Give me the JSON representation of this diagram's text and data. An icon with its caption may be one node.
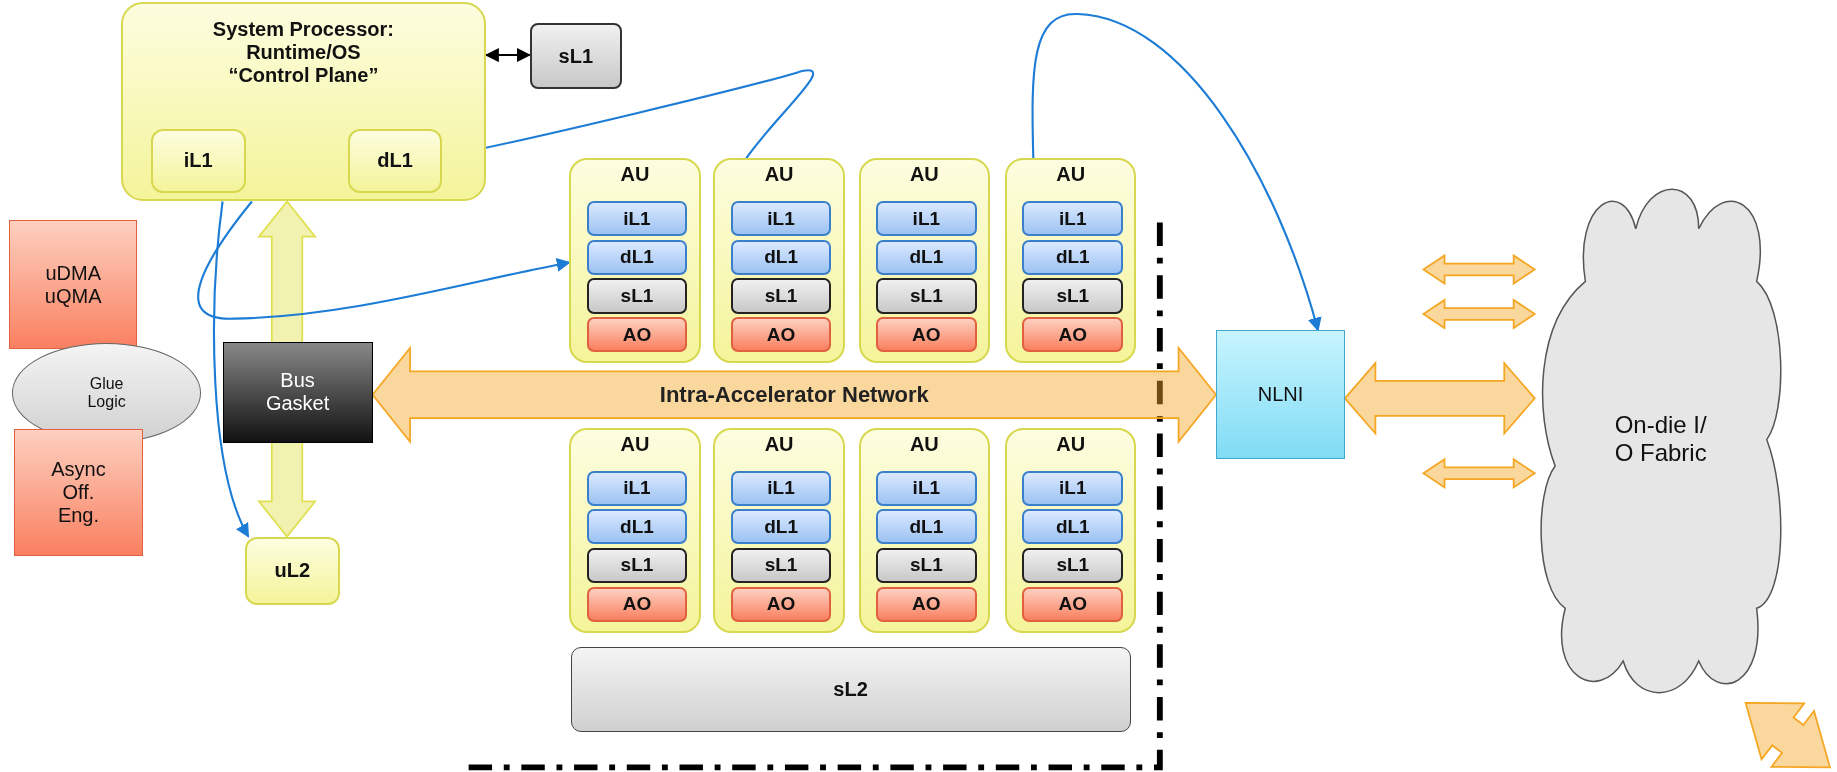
{
  "diagram": {
    "nodes": [
      {
        "text": [
          "System Processor: Runtime/OS “Control Plane”"
        ]
      },
      {
        "text": [
          "iL1"
        ],
        "in": 0
      },
      {
        "text": [
          "dL1"
        ],
        "in": 0
      },
      {
        "text": [
          "sL1"
        ]
      },
      {
        "text": [
          "uDMA uQMA"
        ]
      },
      {
        "text": [
          "Glue Logic"
        ]
      },
      {
        "text": [
          "Async Off. Eng."
        ]
      },
      {
        "text": [
          "Bus Gasket"
        ]
      },
      {
        "text": [
          "uL2"
        ]
      },
      {
        "text": [
          "AU"
        ]
      },
      {
        "text": [
          "iL1"
        ],
        "in": 9
      },
      {
        "text": [
          "dL1"
        ],
        "in": 9
      },
      {
        "text": [
          "sL1"
        ],
        "in": 9
      },
      {
        "text": [
          "AO"
        ],
        "in": 9
      },
      {
        "text": [
          "AU"
        ]
      },
      {
        "text": [
          "iL1"
        ],
        "in": 14
      },
      {
        "text": [
          "dL1"
        ],
        "in": 14
      },
      {
        "text": [
          "sL1"
        ],
        "in": 14
      },
      {
        "text": [
          "AO"
        ],
        "in": 14
      },
      {
        "text": [
          "AU"
        ]
      },
      {
        "text": [
          "iL1"
        ],
        "in": 19
      },
      {
        "text": [
          "dL1"
        ],
        "in": 19
      },
      {
        "text": [
          "sL1"
        ],
        "in": 19
      },
      {
        "text": [
          "AO"
        ],
        "in": 19
      },
      {
        "text": [
          "AU"
        ]
      },
      {
        "text": [
          "iL1"
        ],
        "in": 24
      },
      {
        "text": [
          "dL1"
        ],
        "in": 24
      },
      {
        "text": [
          "sL1"
        ],
        "in": 24
      },
      {
        "text": [
          "AO"
        ],
        "in": 24
      },
      {
        "text": [
          "AU"
        ]
      },
      {
        "text": [
          "iL1"
        ],
        "in": 29
      },
      {
        "text": [
          "dL1"
        ],
        "in": 29
      },
      {
        "text": [
          "sL1"
        ],
        "in": 29
      },
      {
        "text": [
          "AO"
        ],
        "in": 29
      },
      {
        "text": [
          "AU"
        ]
      },
      {
        "text": [
          "iL1"
        ],
        "in": 34
      },
      {
        "text": [
          "dL1"
        ],
        "in": 34
      },
      {
        "text": [
          "sL1"
        ],
        "in": 34
      },
      {
        "text": [
          "AO"
        ],
        "in": 34
      },
      {
        "text": [
          "AU"
        ]
      },
      {
        "text": [
          "iL1"
        ],
        "in": 39
      },
      {
        "text": [
          "dL1"
        ],
        "in": 39
      },
      {
        "text": [
          "sL1"
        ],
        "in": 39
      },
      {
        "text": [
          "AO"
        ],
        "in": 39
      },
      {
        "text": [
          "AU"
        ]
      },
      {
        "text": [
          "iL1"
        ],
        "in": 44
      },
      {
        "text": [
          "dL1"
        ],
        "in": 44
      },
      {
        "text": [
          "sL1"
        ],
        "in": 44
      },
      {
        "text": [
          "AO"
        ],
        "in": 44
      },
      {
        "text": [
          "sL2"
        ]
      },
      {
        "text": [
          "NLNI"
        ]
      },
      {
        "text": [
          "On-die I/ O Fabric"
        ]
      }
    ],
    "edges": [
      {
        "from": 0,
        "to": 3,
        "arrow": "both",
        "color": "#000000"
      },
      {
        "from": 0,
        "to": 8,
        "arrow": "both",
        "style": "thick",
        "color": "#e0e050"
      },
      {
        "from": 7,
        "to": 50,
        "arrow": "both",
        "style": "thick",
        "color": "#f5a623",
        "label": "Intra-Accelerator Network"
      },
      {
        "from": 50,
        "to": 51,
        "arrow": "both",
        "style": "thick",
        "color": "#f5a623"
      },
      {
        "from": 14,
        "to": 2,
        "arrow": "to",
        "color": "#1c7cd6"
      },
      {
        "from": 24,
        "to": 50,
        "arrow": "to",
        "color": "#1c7cd6"
      },
      {
        "from": 0,
        "to": 8,
        "arrow": "to",
        "color": "#1c7cd6"
      },
      {
        "from": 0,
        "to": 9,
        "arrow": "to",
        "color": "#1c7cd6"
      },
      {
        "from": null,
        "to": 51,
        "arrow": "both",
        "style": "thick",
        "color": "#f5a623"
      },
      {
        "from": null,
        "to": 51,
        "arrow": "both",
        "style": "thick",
        "color": "#f5a623"
      },
      {
        "from": null,
        "to": 51,
        "arrow": "both",
        "style": "thick",
        "color": "#f5a623"
      },
      {
        "from": null,
        "to": 51,
        "arrow": "both",
        "style": "thick",
        "color": "#f5a623"
      }
    ]
  }
}
